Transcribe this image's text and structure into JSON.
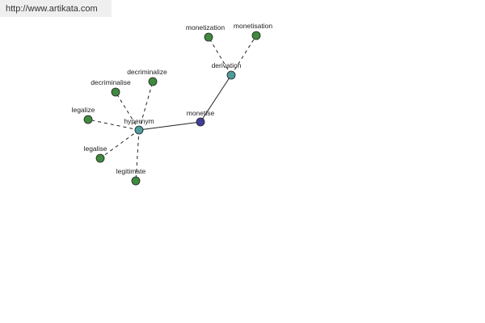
{
  "watermark": {
    "url": "http://www.artikata.com"
  },
  "graph": {
    "colors": {
      "root": "#3f3f96",
      "hub": "#4f9a9a",
      "leaf": "#3f8a3f",
      "node_stroke": "#222222",
      "edge": "#222222"
    },
    "nodes": [
      {
        "id": "monetise",
        "label": "monetise",
        "kind": "root"
      },
      {
        "id": "hypernym",
        "label": "hypernym",
        "kind": "hub"
      },
      {
        "id": "derivation",
        "label": "derivation",
        "kind": "hub"
      },
      {
        "id": "decriminalize",
        "label": "decriminalize",
        "kind": "leaf"
      },
      {
        "id": "decriminalise",
        "label": "decriminalise",
        "kind": "leaf"
      },
      {
        "id": "legalize",
        "label": "legalize",
        "kind": "leaf"
      },
      {
        "id": "legalise",
        "label": "legalise",
        "kind": "leaf"
      },
      {
        "id": "legitimate",
        "label": "legitimate",
        "kind": "leaf"
      },
      {
        "id": "monetization",
        "label": "monetization",
        "kind": "leaf"
      },
      {
        "id": "monetisation",
        "label": "monetisation",
        "kind": "leaf"
      }
    ],
    "edges": [
      {
        "from": "monetise",
        "to": "hypernym",
        "style": "solid"
      },
      {
        "from": "monetise",
        "to": "derivation",
        "style": "solid"
      },
      {
        "from": "hypernym",
        "to": "decriminalize",
        "style": "dashed"
      },
      {
        "from": "hypernym",
        "to": "decriminalise",
        "style": "dashed"
      },
      {
        "from": "hypernym",
        "to": "legalize",
        "style": "dashed"
      },
      {
        "from": "hypernym",
        "to": "legalise",
        "style": "dashed"
      },
      {
        "from": "hypernym",
        "to": "legitimate",
        "style": "dashed"
      },
      {
        "from": "derivation",
        "to": "monetization",
        "style": "dashed"
      },
      {
        "from": "derivation",
        "to": "monetisation",
        "style": "dashed"
      }
    ]
  }
}
